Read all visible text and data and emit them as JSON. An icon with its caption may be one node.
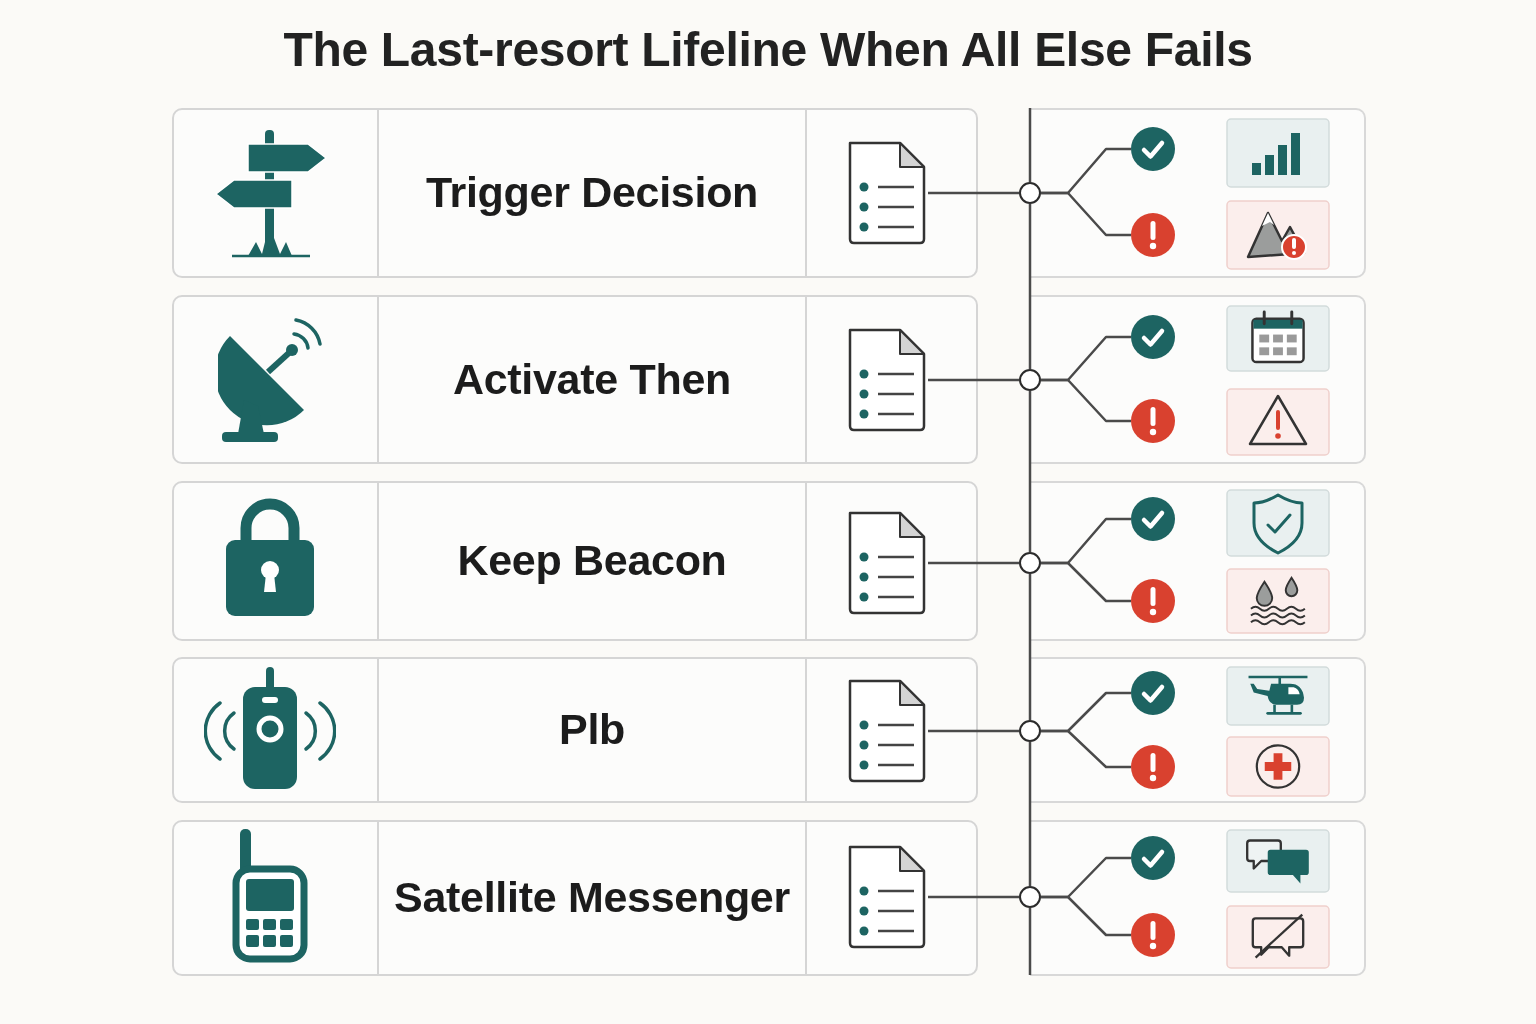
{
  "diagram": {
    "title": "The Last-resort Lifeline When All Else Fails",
    "nodes": [
      {
        "text": [
          "Trigger Decision"
        ]
      },
      {
        "text": [],
        "shape": "picture",
        "in": 0
      },
      {
        "text": [],
        "shape": "circle"
      },
      {
        "text": [],
        "shape": "box"
      },
      {
        "text": [],
        "shape": "circle",
        "in": 3
      },
      {
        "text": [],
        "shape": "circle",
        "in": 3
      },
      {
        "text": [
          "Activate Then"
        ]
      },
      {
        "text": [],
        "shape": "picture",
        "in": 6
      },
      {
        "text": [],
        "shape": "circle"
      },
      {
        "text": [],
        "shape": "box"
      },
      {
        "text": [],
        "shape": "circle",
        "in": 9
      },
      {
        "text": [],
        "shape": "circle",
        "in": 9
      },
      {
        "text": [
          "Keep Beacon"
        ]
      },
      {
        "text": [],
        "shape": "picture",
        "in": 12
      },
      {
        "text": [],
        "shape": "circle"
      },
      {
        "text": [],
        "shape": "box"
      },
      {
        "text": [],
        "shape": "circle",
        "in": 15
      },
      {
        "text": [],
        "shape": "circle",
        "in": 15
      },
      {
        "text": [
          "Plb"
        ]
      },
      {
        "text": [],
        "shape": "picture",
        "in": 18
      },
      {
        "text": [],
        "shape": "circle"
      },
      {
        "text": [],
        "shape": "box"
      },
      {
        "text": [],
        "shape": "circle",
        "in": 21
      },
      {
        "text": [],
        "shape": "circle",
        "in": 21
      },
      {
        "text": [
          "Satellite Messenger"
        ]
      },
      {
        "text": [],
        "shape": "picture",
        "in": 24
      },
      {
        "text": [],
        "shape": "circle"
      },
      {
        "text": [],
        "shape": "box"
      },
      {
        "text": [],
        "shape": "circle",
        "in": 27
      },
      {
        "text": [],
        "shape": "circle",
        "in": 27
      }
    ],
    "edges": [
      {
        "from": 1,
        "to": 2,
        "arrow": "none"
      },
      {
        "from": 2,
        "to": 4,
        "arrow": "none"
      },
      {
        "from": 2,
        "to": 5,
        "arrow": "none"
      },
      {
        "from": 7,
        "to": 8,
        "arrow": "none"
      },
      {
        "from": 8,
        "to": 10,
        "arrow": "none"
      },
      {
        "from": 8,
        "to": 11,
        "arrow": "none"
      },
      {
        "from": 13,
        "to": 14,
        "arrow": "none"
      },
      {
        "from": 14,
        "to": 16,
        "arrow": "none"
      },
      {
        "from": 14,
        "to": 17,
        "arrow": "none"
      },
      {
        "from": 19,
        "to": 20,
        "arrow": "none"
      },
      {
        "from": 20,
        "to": 22,
        "arrow": "none"
      },
      {
        "from": 20,
        "to": 23,
        "arrow": "none"
      },
      {
        "from": 25,
        "to": 26,
        "arrow": "none"
      },
      {
        "from": 26,
        "to": 28,
        "arrow": "none"
      },
      {
        "from": 26,
        "to": 29,
        "arrow": "none"
      },
      {
        "from": 2,
        "to": 8,
        "arrow": "none"
      },
      {
        "from": 8,
        "to": 14,
        "arrow": "none"
      },
      {
        "from": 14,
        "to": 20,
        "arrow": "none"
      },
      {
        "from": 20,
        "to": 26,
        "arrow": "none"
      }
    ]
  }
}
